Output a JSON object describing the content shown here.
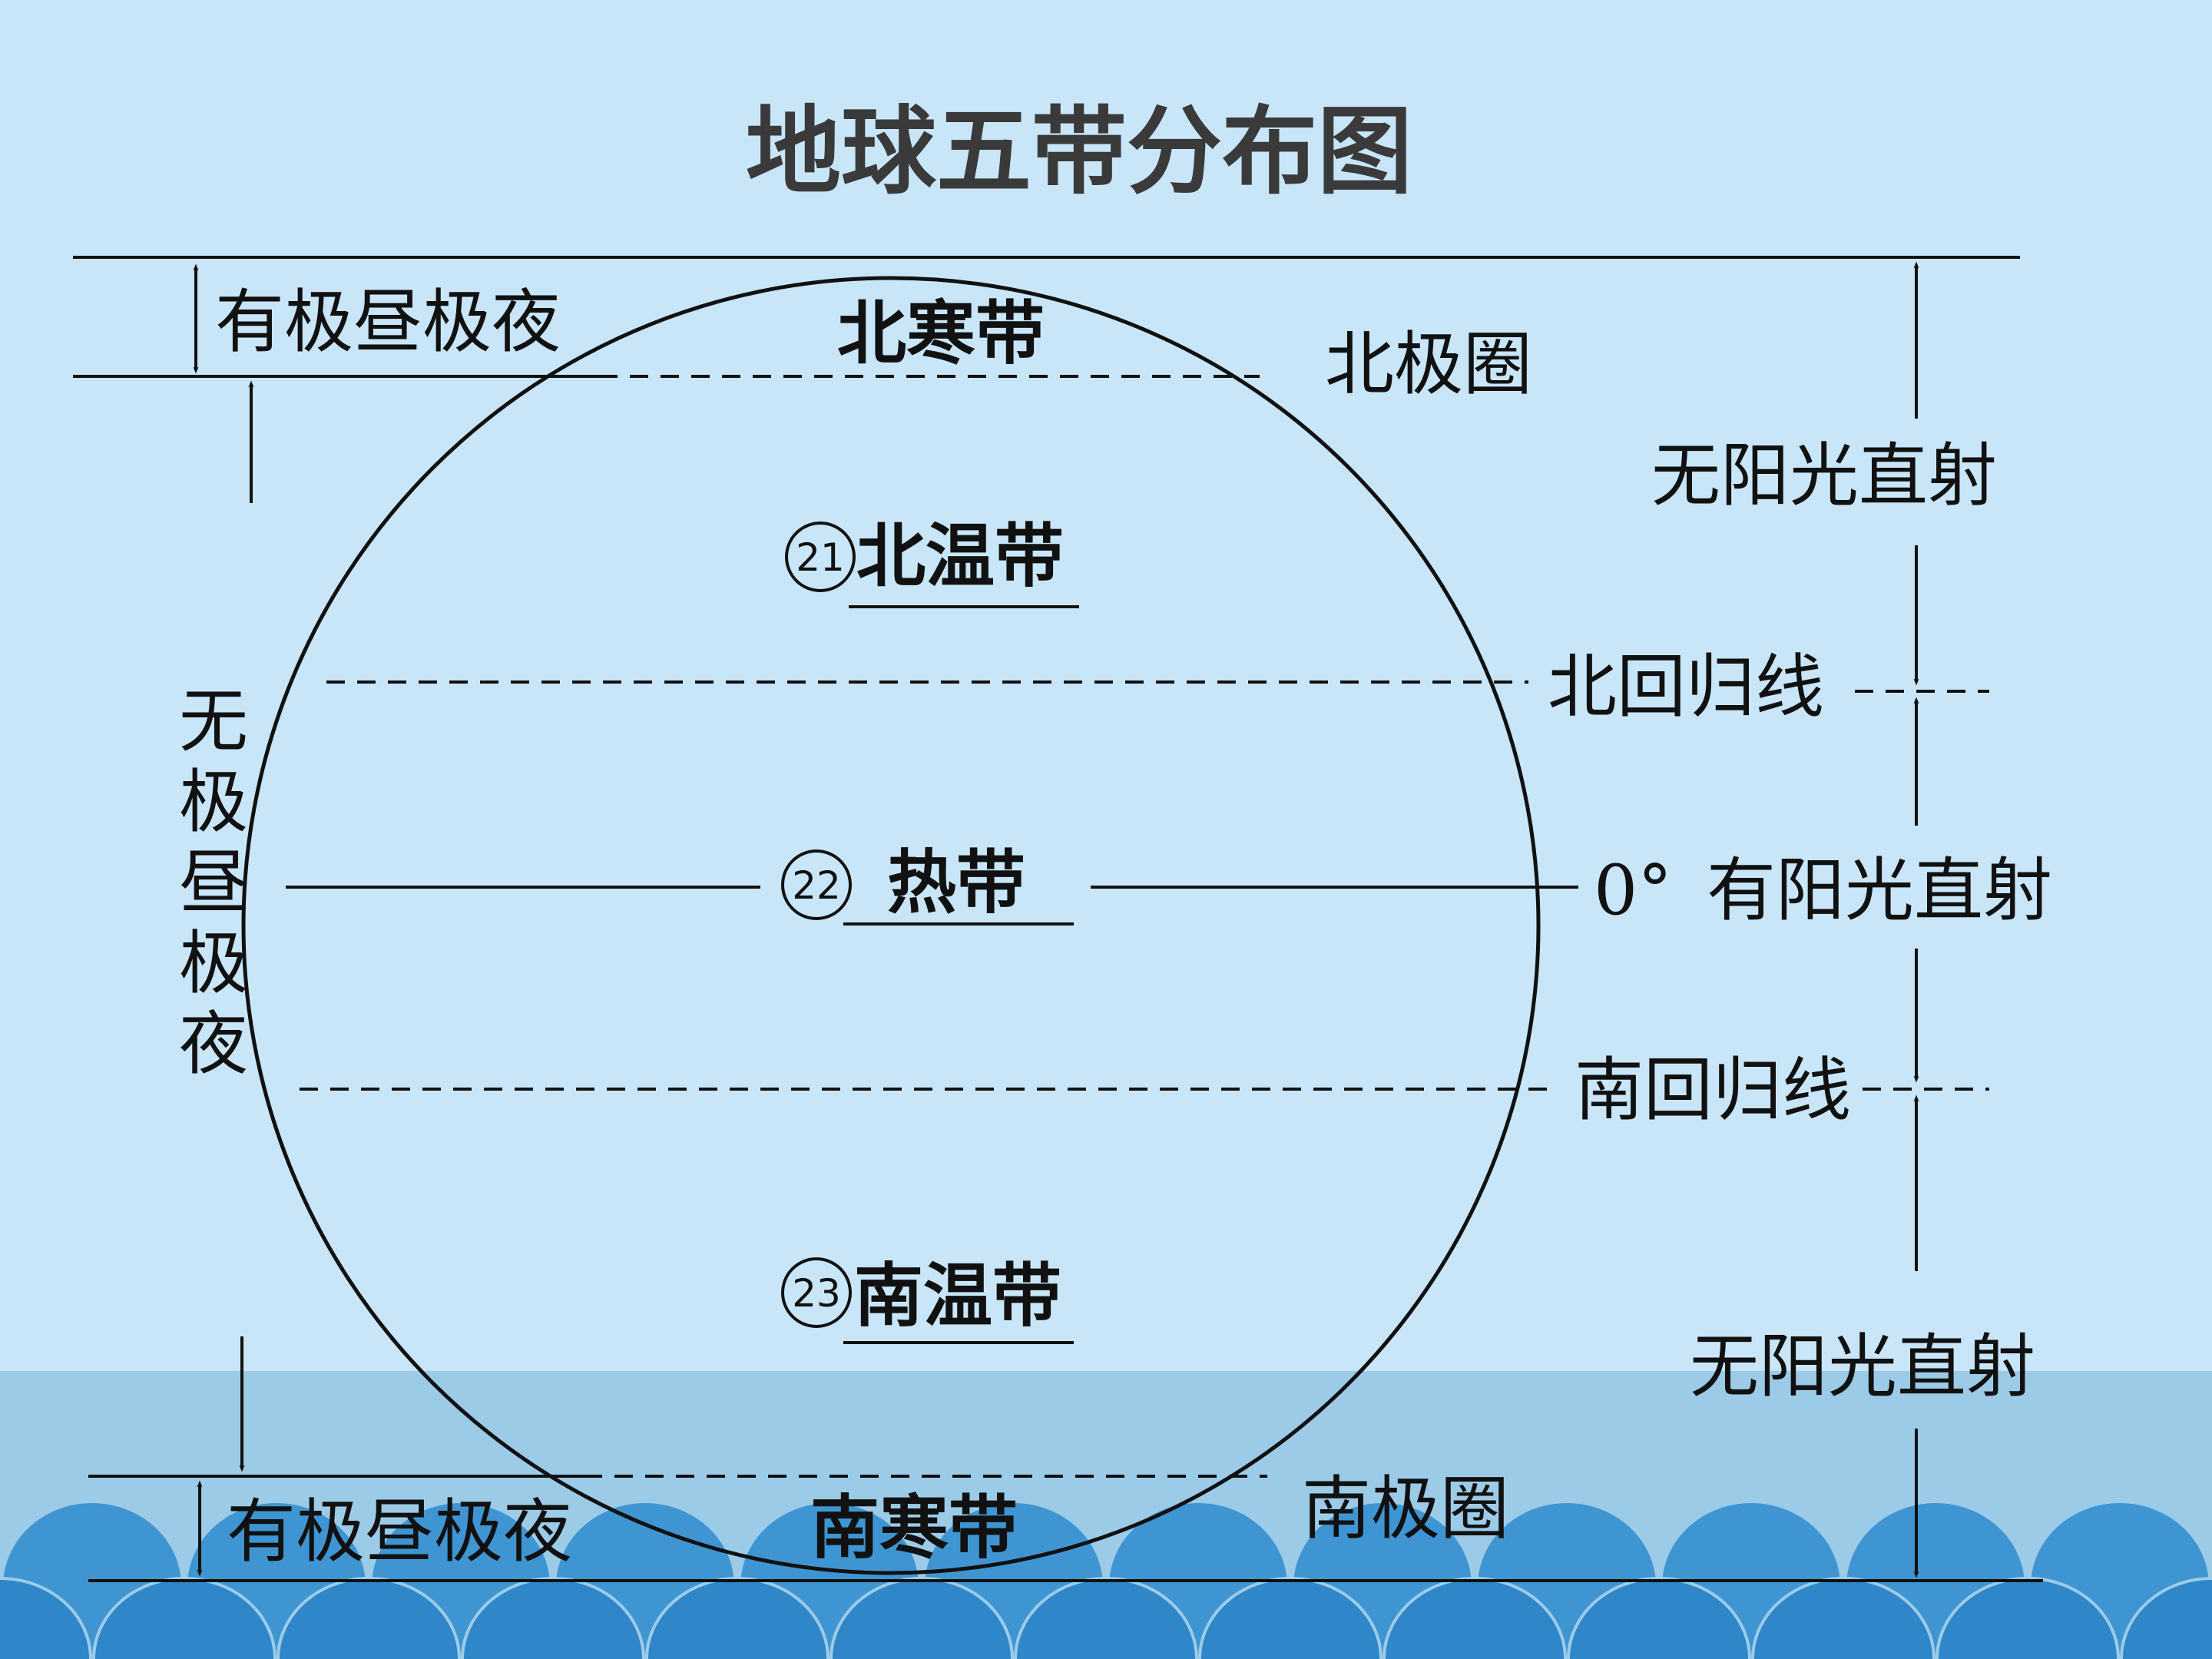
{
  "title": "地球五带分布图",
  "zones": {
    "north_frigid": "北寒带",
    "north_temperate": "北温带",
    "north_temperate_num": "21",
    "torrid": "热带",
    "torrid_num": "22",
    "south_temperate": "南温带",
    "south_temperate_num": "23",
    "south_frigid": "南寒带"
  },
  "lines": {
    "arctic_circle": "北极圈",
    "tropic_cancer": "北回归线",
    "equator": "0°",
    "tropic_capricorn": "南回归线",
    "antarctic_circle": "南极圈"
  },
  "left_labels": {
    "polar_day_night_top": "有极昼极夜",
    "no_polar_day_night": [
      "无",
      "极",
      "昼",
      "极",
      "夜"
    ],
    "polar_day_night_bottom": "有极昼极夜"
  },
  "right_labels": {
    "no_direct_sun_top": "无阳光直射",
    "direct_sun": "有阳光直射",
    "no_direct_sun_bottom": "无阳光直射"
  },
  "colors": {
    "sky": "#c8e6f8",
    "wave_light": "#9ccbe8",
    "wave_mid": "#3f95d2",
    "wave_dark": "#2f86c8",
    "line": "#111111",
    "title": "#3a3a3a"
  }
}
